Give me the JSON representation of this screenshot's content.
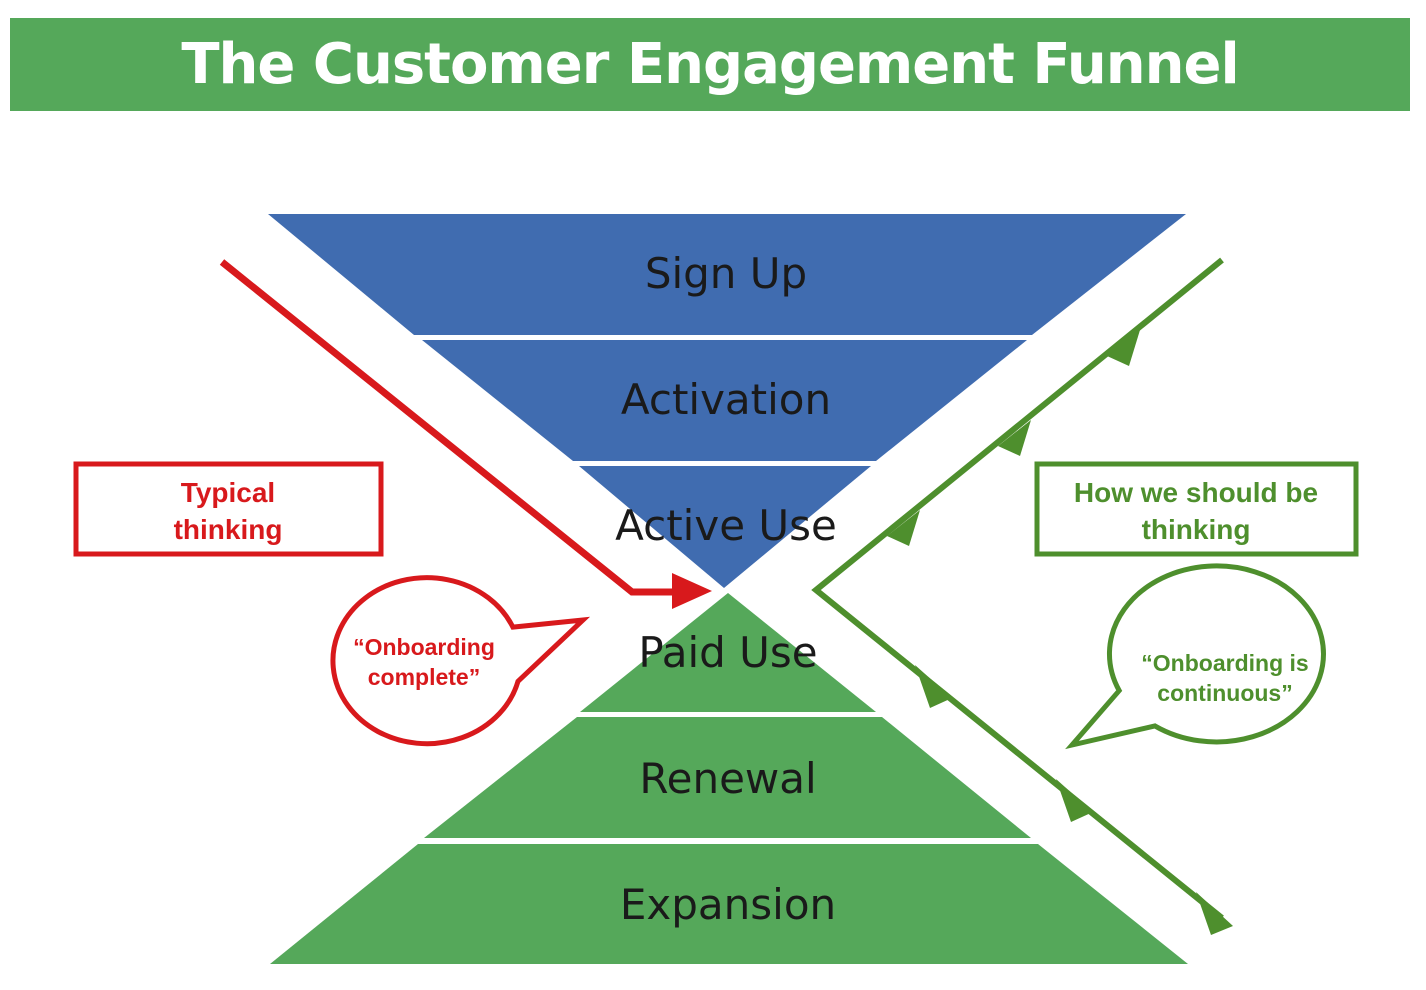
{
  "title": "The Customer Engagement Funnel",
  "colors": {
    "banner": "#55a85a",
    "funnel_top": "#406cb0",
    "funnel_bottom": "#55a85a",
    "red": "#d8191c",
    "green": "#4e8f2d"
  },
  "stages": [
    {
      "label": "Sign Up"
    },
    {
      "label": "Activation"
    },
    {
      "label": "Active Use"
    },
    {
      "label": "Paid Use"
    },
    {
      "label": "Renewal"
    },
    {
      "label": "Expansion"
    }
  ],
  "left_box": {
    "line1": "Typical",
    "line2": "thinking"
  },
  "right_box": {
    "line1": "How we should be",
    "line2": "thinking"
  },
  "left_bubble": {
    "line1": "“Onboarding",
    "line2": "complete”"
  },
  "right_bubble": {
    "line1": "“Onboarding is",
    "line2": "continuous”"
  }
}
